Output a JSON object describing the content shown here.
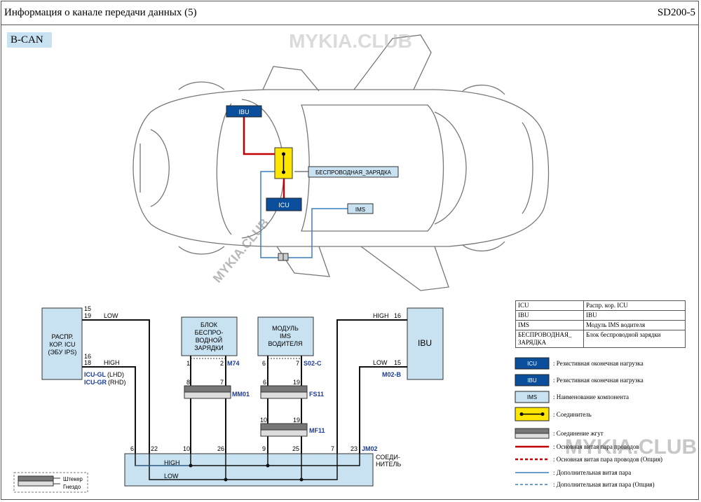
{
  "header": {
    "title": "Информация о канале передачи данных (5)",
    "code": "SD200-5"
  },
  "tag": "B-CAN",
  "watermark": "MYKIA.CLUB",
  "car": {
    "ibu": "IBU",
    "icu": "ICU",
    "ims": "IMS",
    "wireless": "БЕСПРОВОДНАЯ_ЗАРЯДКА"
  },
  "schematic": {
    "icu_box": [
      "РАСПР.",
      "КОР. ICU",
      "(ЭБУ IPS)"
    ],
    "icu_pins": {
      "p15": "15",
      "p19": "19",
      "p16": "16",
      "p18": "18",
      "low": "LOW",
      "high": "HIGH"
    },
    "icu_gl": "ICU-GL",
    "icu_gl_suffix": "(LHD)",
    "icu_gr": "ICU-GR",
    "icu_gr_suffix": "(RHD)",
    "wcu_box": [
      "БЛОК",
      "БЕСПРО-",
      "ВОДНОЙ",
      "ЗАРЯДКИ"
    ],
    "ims_box": [
      "МОДУЛЬ",
      "IMS",
      "ВОДИТЕЛЯ"
    ],
    "ibu_box": "IBU",
    "ibu_pins": {
      "high": "HIGH",
      "p16": "16",
      "low": "LOW",
      "p15": "15"
    },
    "conn": {
      "m74": "M74",
      "s02c": "S02-C",
      "m02b": "M02-B",
      "mm01": "MM01",
      "fs11": "FS11",
      "mf11": "MF11",
      "jm02": "JM02"
    },
    "pins": {
      "w1": "1",
      "w2": "2",
      "i6": "6",
      "i7": "7",
      "mm8": "8",
      "mm7": "7",
      "fs6": "6",
      "fs19": "19",
      "mf10": "10",
      "mf19": "19"
    },
    "joint_pins": [
      "6",
      "22",
      "10",
      "26",
      "9",
      "25",
      "7",
      "23"
    ],
    "joint_high": "HIGH",
    "joint_low": "LOW",
    "joint_label": [
      "СОЕДИ-",
      "НИТЕЛЬ"
    ],
    "plug_legend": [
      "Штекер",
      "Гнездо"
    ]
  },
  "legend_table": [
    [
      "ICU",
      "Распр. кор. ICU"
    ],
    [
      "IBU",
      "IBU"
    ],
    [
      "IMS",
      "Модуль IMS водителя"
    ],
    [
      "БЕСПРОВОДНАЯ_ ЗАРЯДКА",
      "Блок беспроводной зарядки"
    ]
  ],
  "legend_items": [
    {
      "icon": "ICU",
      "text": ": Резистивная оконечная нагрузка"
    },
    {
      "icon": "IBU",
      "text": ": Резистивная оконечная нагрузка"
    },
    {
      "icon": "IMS",
      "text": ": Наименование компонента"
    },
    {
      "text": ": Соединитель"
    },
    {
      "text": ": Соединение жгут"
    },
    {
      "text": ": Основная витая пара проводов"
    },
    {
      "text": ": Основная витая пара проводов (Опция)"
    },
    {
      "text": ": Дополнительная витая пара"
    },
    {
      "text": ": Дополнительная витая пара (Опция)"
    }
  ],
  "colors": {
    "darkblue": "#0b4f9c",
    "lightblue": "#c8e2f2",
    "red": "#c00000",
    "yellow": "#ffe600",
    "wire_blue": "#3a7fb8"
  }
}
